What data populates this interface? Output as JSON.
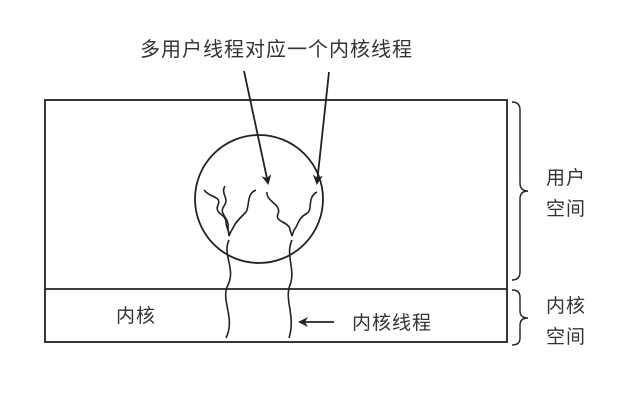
{
  "title": "多用户线程对应一个内核线程",
  "regions": {
    "user_space_label_line1": "用户",
    "user_space_label_line2": "空间",
    "kernel_space_label_line1": "内核",
    "kernel_space_label_line2": "空间",
    "kernel_label": "内核"
  },
  "annotations": {
    "kernel_thread_label": "内核线程"
  },
  "colors": {
    "stroke": "#222222",
    "text": "#333333",
    "background": "#ffffff"
  }
}
